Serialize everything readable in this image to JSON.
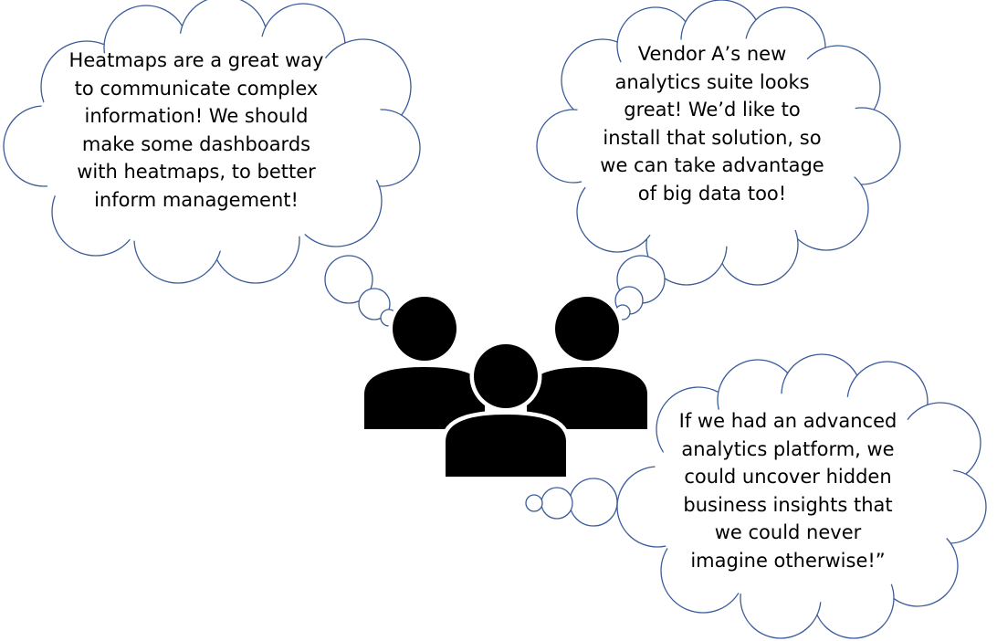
{
  "thoughts": {
    "left": {
      "icon": "thought-cloud",
      "lines": [
        "Heatmaps are a great way",
        "to communicate complex",
        "information! We should",
        "make some dashboards",
        "with heatmaps, to better",
        "inform management!"
      ]
    },
    "right": {
      "icon": "thought-cloud",
      "lines": [
        "Vendor A’s new",
        "analytics suite looks",
        "great!  We’d like to",
        "install that solution, so",
        "we can take advantage",
        "of big data too!"
      ]
    },
    "bottom": {
      "icon": "thought-cloud",
      "lines": [
        "If we had an advanced",
        "analytics platform, we",
        "could uncover hidden",
        "business insights that",
        "we could never",
        "imagine otherwise!”"
      ]
    }
  },
  "group": {
    "icon": "people-group-icon",
    "color": "#000000"
  },
  "style": {
    "cloud_outline": "#3b5c99",
    "text_color": "#000000"
  }
}
